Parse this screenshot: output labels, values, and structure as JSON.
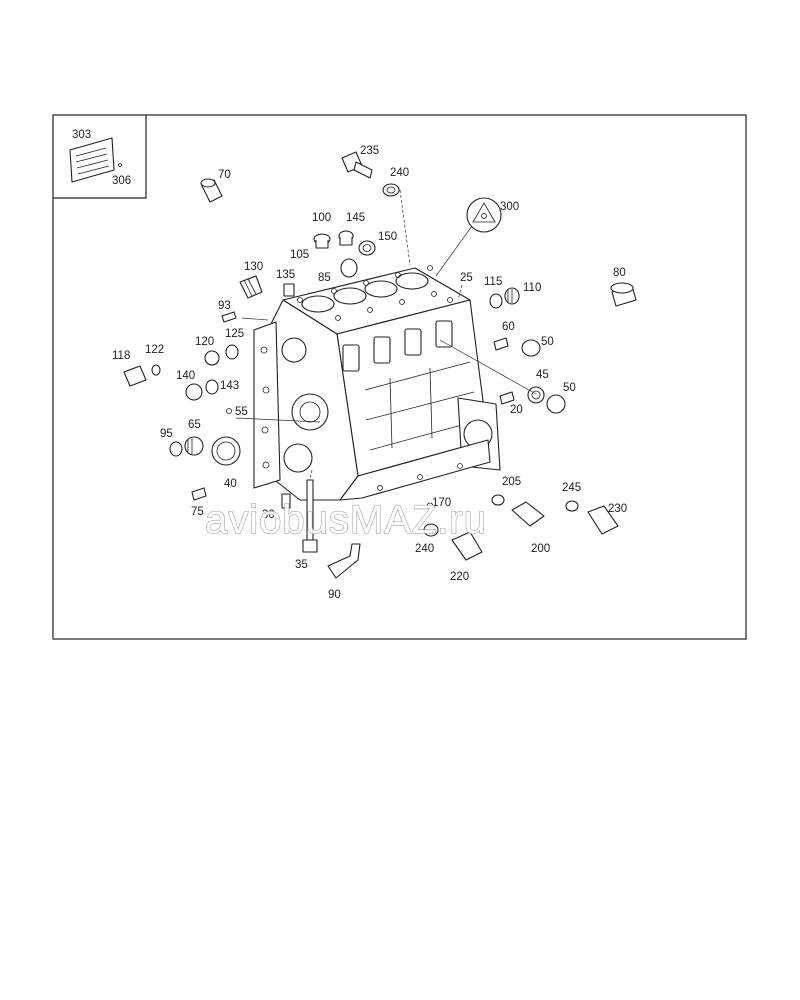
{
  "inset": {
    "labels": [
      "303",
      "306"
    ]
  },
  "callouts": [
    "235",
    "240",
    "70",
    "300",
    "100",
    "145",
    "150",
    "105",
    "85",
    "25",
    "115",
    "110",
    "80",
    "130",
    "135",
    "93",
    "60",
    "50",
    "120",
    "125",
    "118",
    "122",
    "140",
    "143",
    "45",
    "50",
    "20",
    "55",
    "95",
    "65",
    "40",
    "75",
    "30",
    "170",
    "205",
    "245",
    "230",
    "35",
    "240",
    "200",
    "220",
    "90"
  ],
  "watermark": {
    "text": "aviobusMAZ.ru"
  }
}
